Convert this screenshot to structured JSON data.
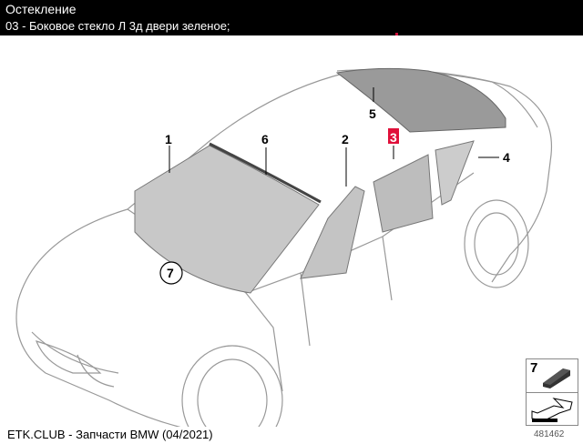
{
  "header": {
    "title": "Остекление",
    "subtitle": "03 - Боковое стекло Л 3д двери зеленое;"
  },
  "diagram": {
    "callouts": [
      "1",
      "2",
      "3",
      "4",
      "5",
      "6",
      "7"
    ],
    "highlight_color": "#e0103a",
    "legend_number": "7",
    "image_number": "481462"
  },
  "footer": {
    "text": "ETK.CLUB - Запчасти BMW (04/2021)"
  }
}
